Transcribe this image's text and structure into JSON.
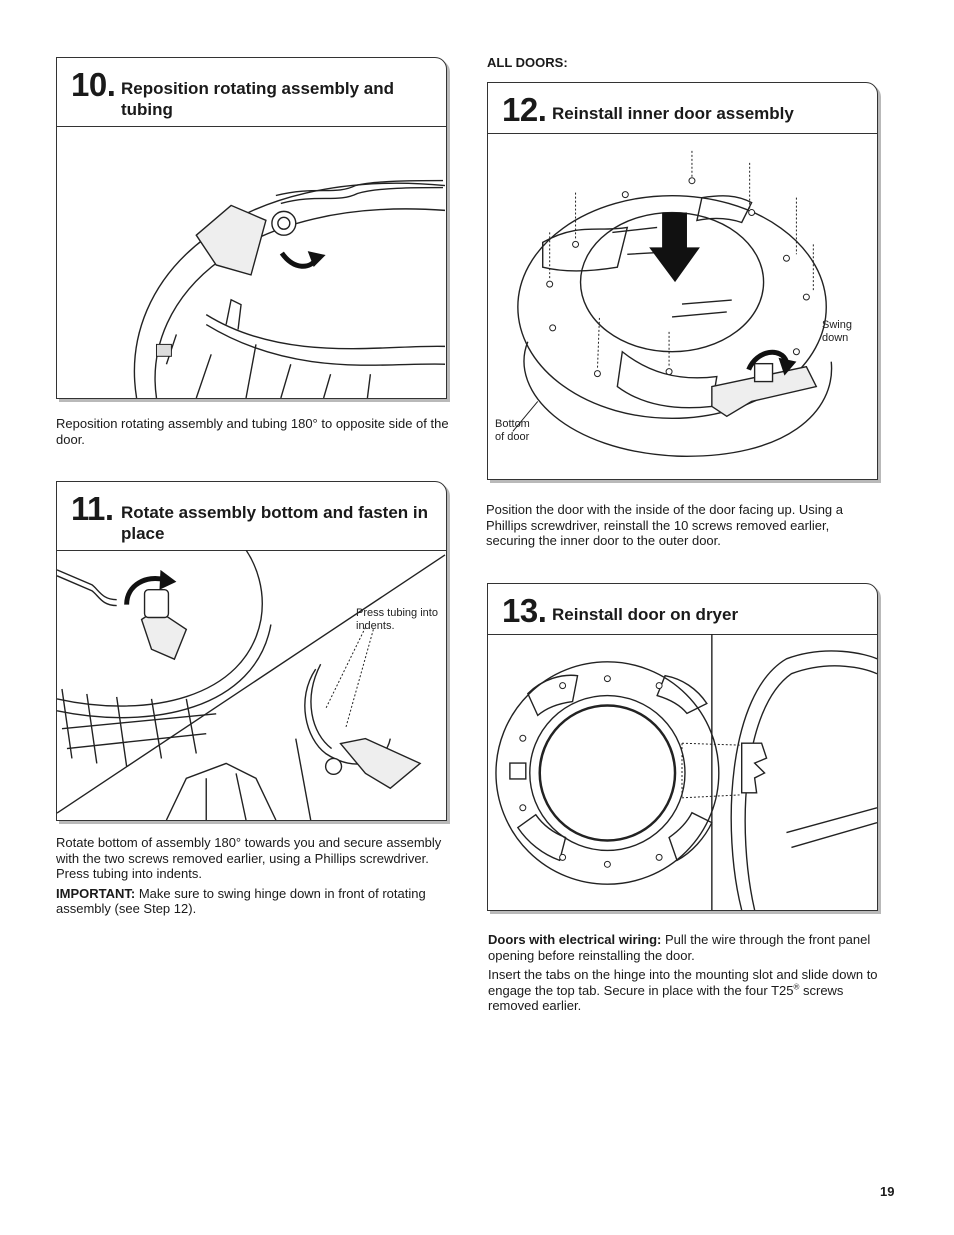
{
  "steps": {
    "s10": {
      "number": "10.",
      "title": "Reposition rotating assembly and tubing",
      "caption": "Reposition rotating assembly and tubing 180° to opposite side of the door."
    },
    "s11": {
      "number": "11.",
      "title": "Rotate assembly bottom and fasten in place",
      "callout": "Press tubing into indents.",
      "caption": "Rotate bottom of assembly 180° towards you and secure assembly with the two screws removed earlier, using a Phillips screwdriver. Press tubing into indents.",
      "important_label": "IMPORTANT:",
      "important_text": " Make sure to swing hinge down in front of rotating assembly (see Step 12)."
    },
    "s12": {
      "number": "12.",
      "title": "Reinstall inner door assembly",
      "callout_swing": "Swing down",
      "callout_bottom": "Bottom of door",
      "caption": "Position the door with the inside of the door facing up. Using a Phillips screwdriver, reinstall the 10 screws removed earlier, securing the inner door to the outer door."
    },
    "s13": {
      "number": "13.",
      "title": "Reinstall door on dryer",
      "wiring_label": "Doors with electrical wiring:",
      "wiring_text": " Pull the wire through the front panel opening before reinstalling the door.",
      "insert_text": "Insert the tabs on the hinge into the mounting slot and slide down to engage the top tab. Secure in place with the four T25",
      "reg_mark": "®",
      "insert_tail": " screws removed earlier."
    }
  },
  "all_doors_label": "ALL DOORS:",
  "page_number": "19"
}
